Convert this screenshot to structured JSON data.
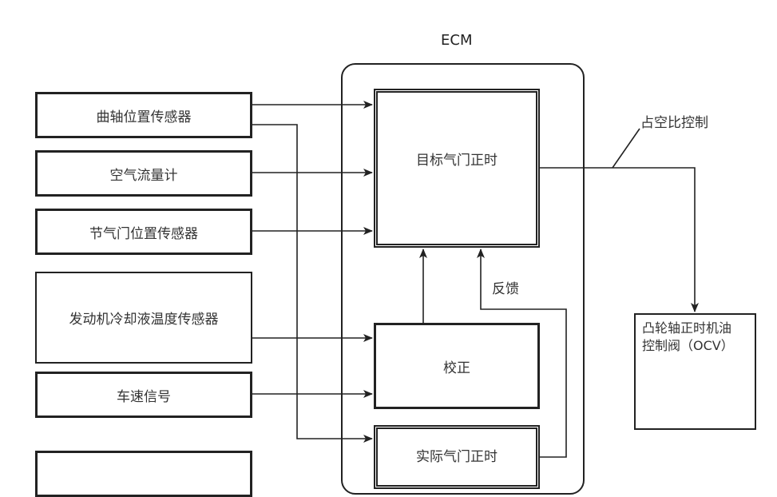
{
  "ecm": {
    "title": "ECM"
  },
  "inputs": [
    "曲轴位置传感器",
    "空气流量计",
    "节气门位置传感器",
    "发动机冷却液温度传感器",
    "车速信号",
    ""
  ],
  "ecm_blocks": {
    "target_timing": "目标气门正时",
    "correction": "校正",
    "actual_timing": "实际气门正时"
  },
  "labels": {
    "feedback": "反馈",
    "duty_control": "占空比控制"
  },
  "ocv": {
    "line1": "凸轮轴正时机油",
    "line2": "控制阀（OCV）"
  }
}
